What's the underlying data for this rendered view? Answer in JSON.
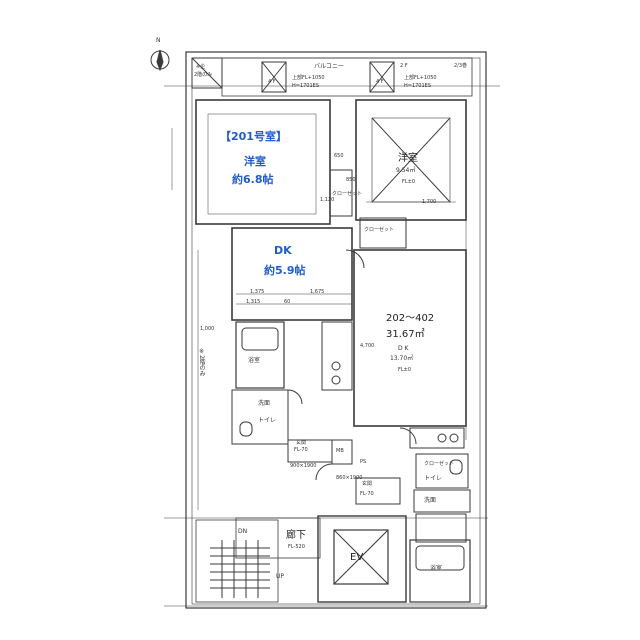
{
  "compass": {
    "north_label": "N"
  },
  "top": {
    "left_note_1": "※企",
    "left_note_2": "2階のみ",
    "balcony": "バルコニー",
    "floor_right": "2 F",
    "floor_left": "4 F",
    "floor_mid": "4 F",
    "sheet_ref": "2/3巻",
    "fl_note_a1": "上部FL+1050",
    "fl_note_a2": "H=1701ES",
    "fl_note_b1": "上部FL+1050",
    "fl_note_b2": "H=1701ES"
  },
  "unit201": {
    "title": "【201号室】",
    "western_name": "洋室",
    "western_size": "約6.8帖",
    "dk_name": "DK",
    "dk_size": "約5.9帖"
  },
  "unit202": {
    "western_name": "洋室",
    "western_area": "9.54㎡",
    "western_fl": "FL±0",
    "range": "202～402",
    "total_area": "31.67㎡",
    "dk_name": "D K",
    "dk_area": "13.70㎡",
    "dk_fl": "FL±0",
    "washing": "洗面",
    "toilet": "トイレ",
    "bath": "浴室"
  },
  "common": {
    "bath": "浴室",
    "washing": "洗面",
    "toilet": "トイレ",
    "entrance": "玄関",
    "entrance_fl": "FL-70",
    "corridor": "廊下",
    "corridor_fl": "FL-520",
    "ev": "EV",
    "dn": "DN",
    "up": "UP",
    "mb": "MB",
    "ps": "PS",
    "entrance_right": "玄関",
    "entrance_right_fl": "FL-70",
    "left_vertical_note": "※2階のみ",
    "closet_1": "クローゼット",
    "closet_2": "クローゼット",
    "closet_3": "クローゼット"
  },
  "dims": {
    "d1375": "1,375",
    "d1675": "1,675",
    "d1315": "1,315",
    "d60": "60",
    "d1000": "1,000",
    "d1700": "1,700",
    "d650": "650",
    "d4700": "4,700",
    "d900x1900": "900×1900",
    "d860x1900": "860×1900",
    "d1120": "1,120",
    "d850": "850"
  },
  "colors": {
    "line": "#3a3a3a",
    "accent": "#1f5bd6"
  }
}
